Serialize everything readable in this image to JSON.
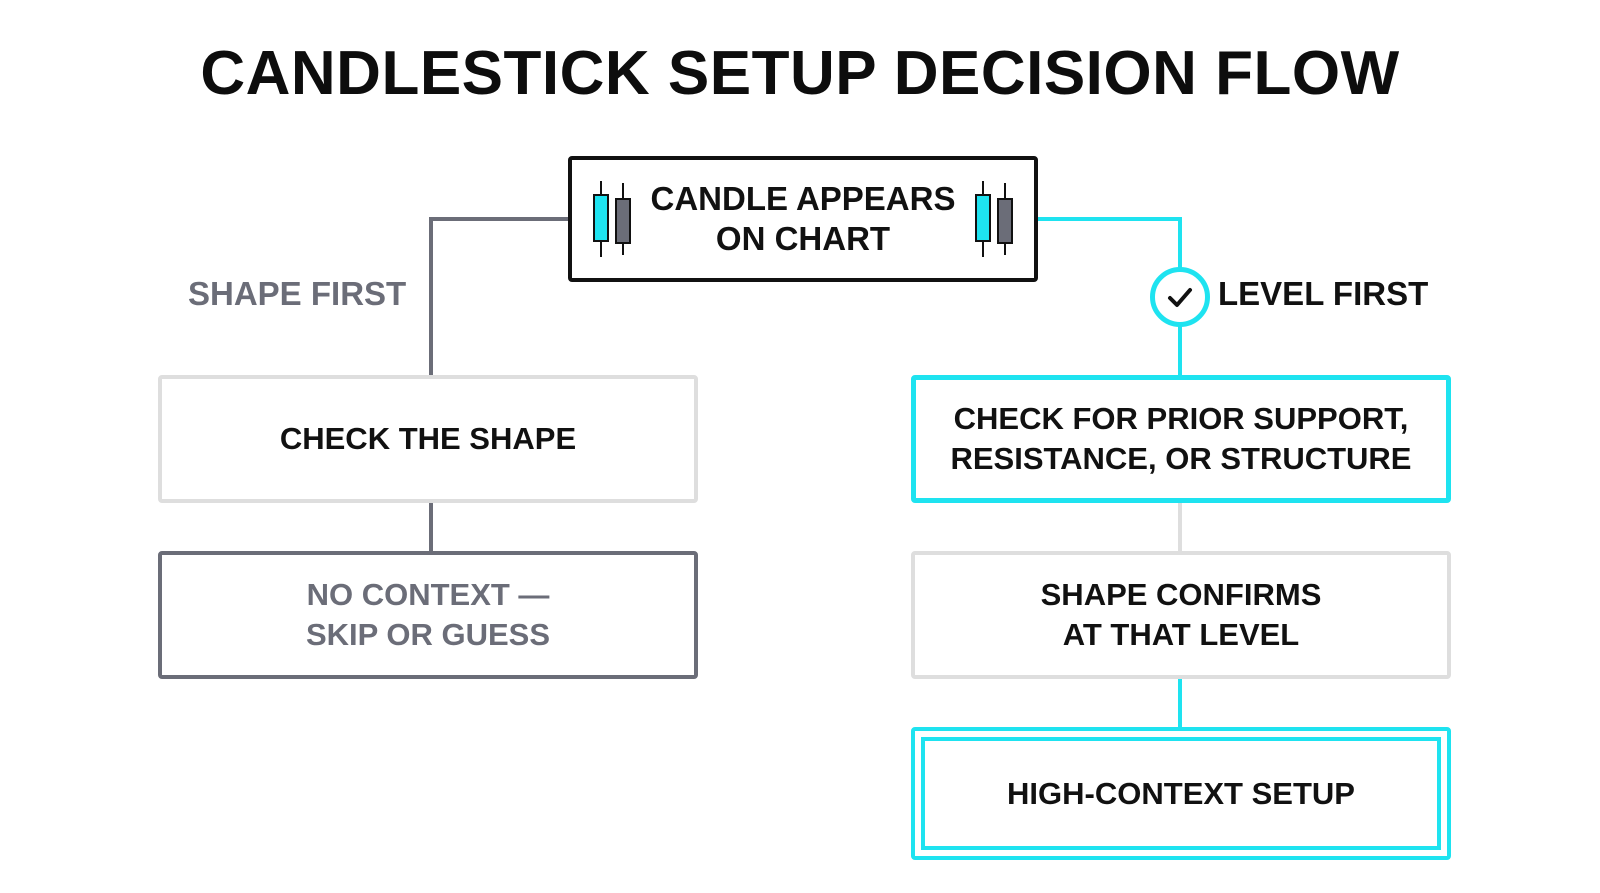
{
  "title": "CANDLESTICK SETUP DECISION FLOW",
  "start": {
    "label_line1": "CANDLE APPEARS",
    "label_line2": "ON CHART",
    "icon": "candlestick-icon"
  },
  "left_branch": {
    "label": "SHAPE FIRST",
    "step1": {
      "label": "CHECK THE SHAPE"
    },
    "result": {
      "label_line1": "NO CONTEXT —",
      "label_line2": "SKIP OR GUESS"
    }
  },
  "right_branch": {
    "label": "LEVEL FIRST",
    "icon": "checkmark-icon",
    "step1": {
      "label_line1": "CHECK FOR PRIOR SUPPORT,",
      "label_line2": "RESISTANCE, OR STRUCTURE"
    },
    "step2": {
      "label_line1": "SHAPE CONFIRMS",
      "label_line2": "AT THAT LEVEL"
    },
    "result": {
      "label": "HIGH-CONTEXT SETUP"
    }
  },
  "colors": {
    "accent": "#1ee3f0",
    "muted": "#6b6d78",
    "light_border": "#dedede",
    "text": "#111111"
  }
}
